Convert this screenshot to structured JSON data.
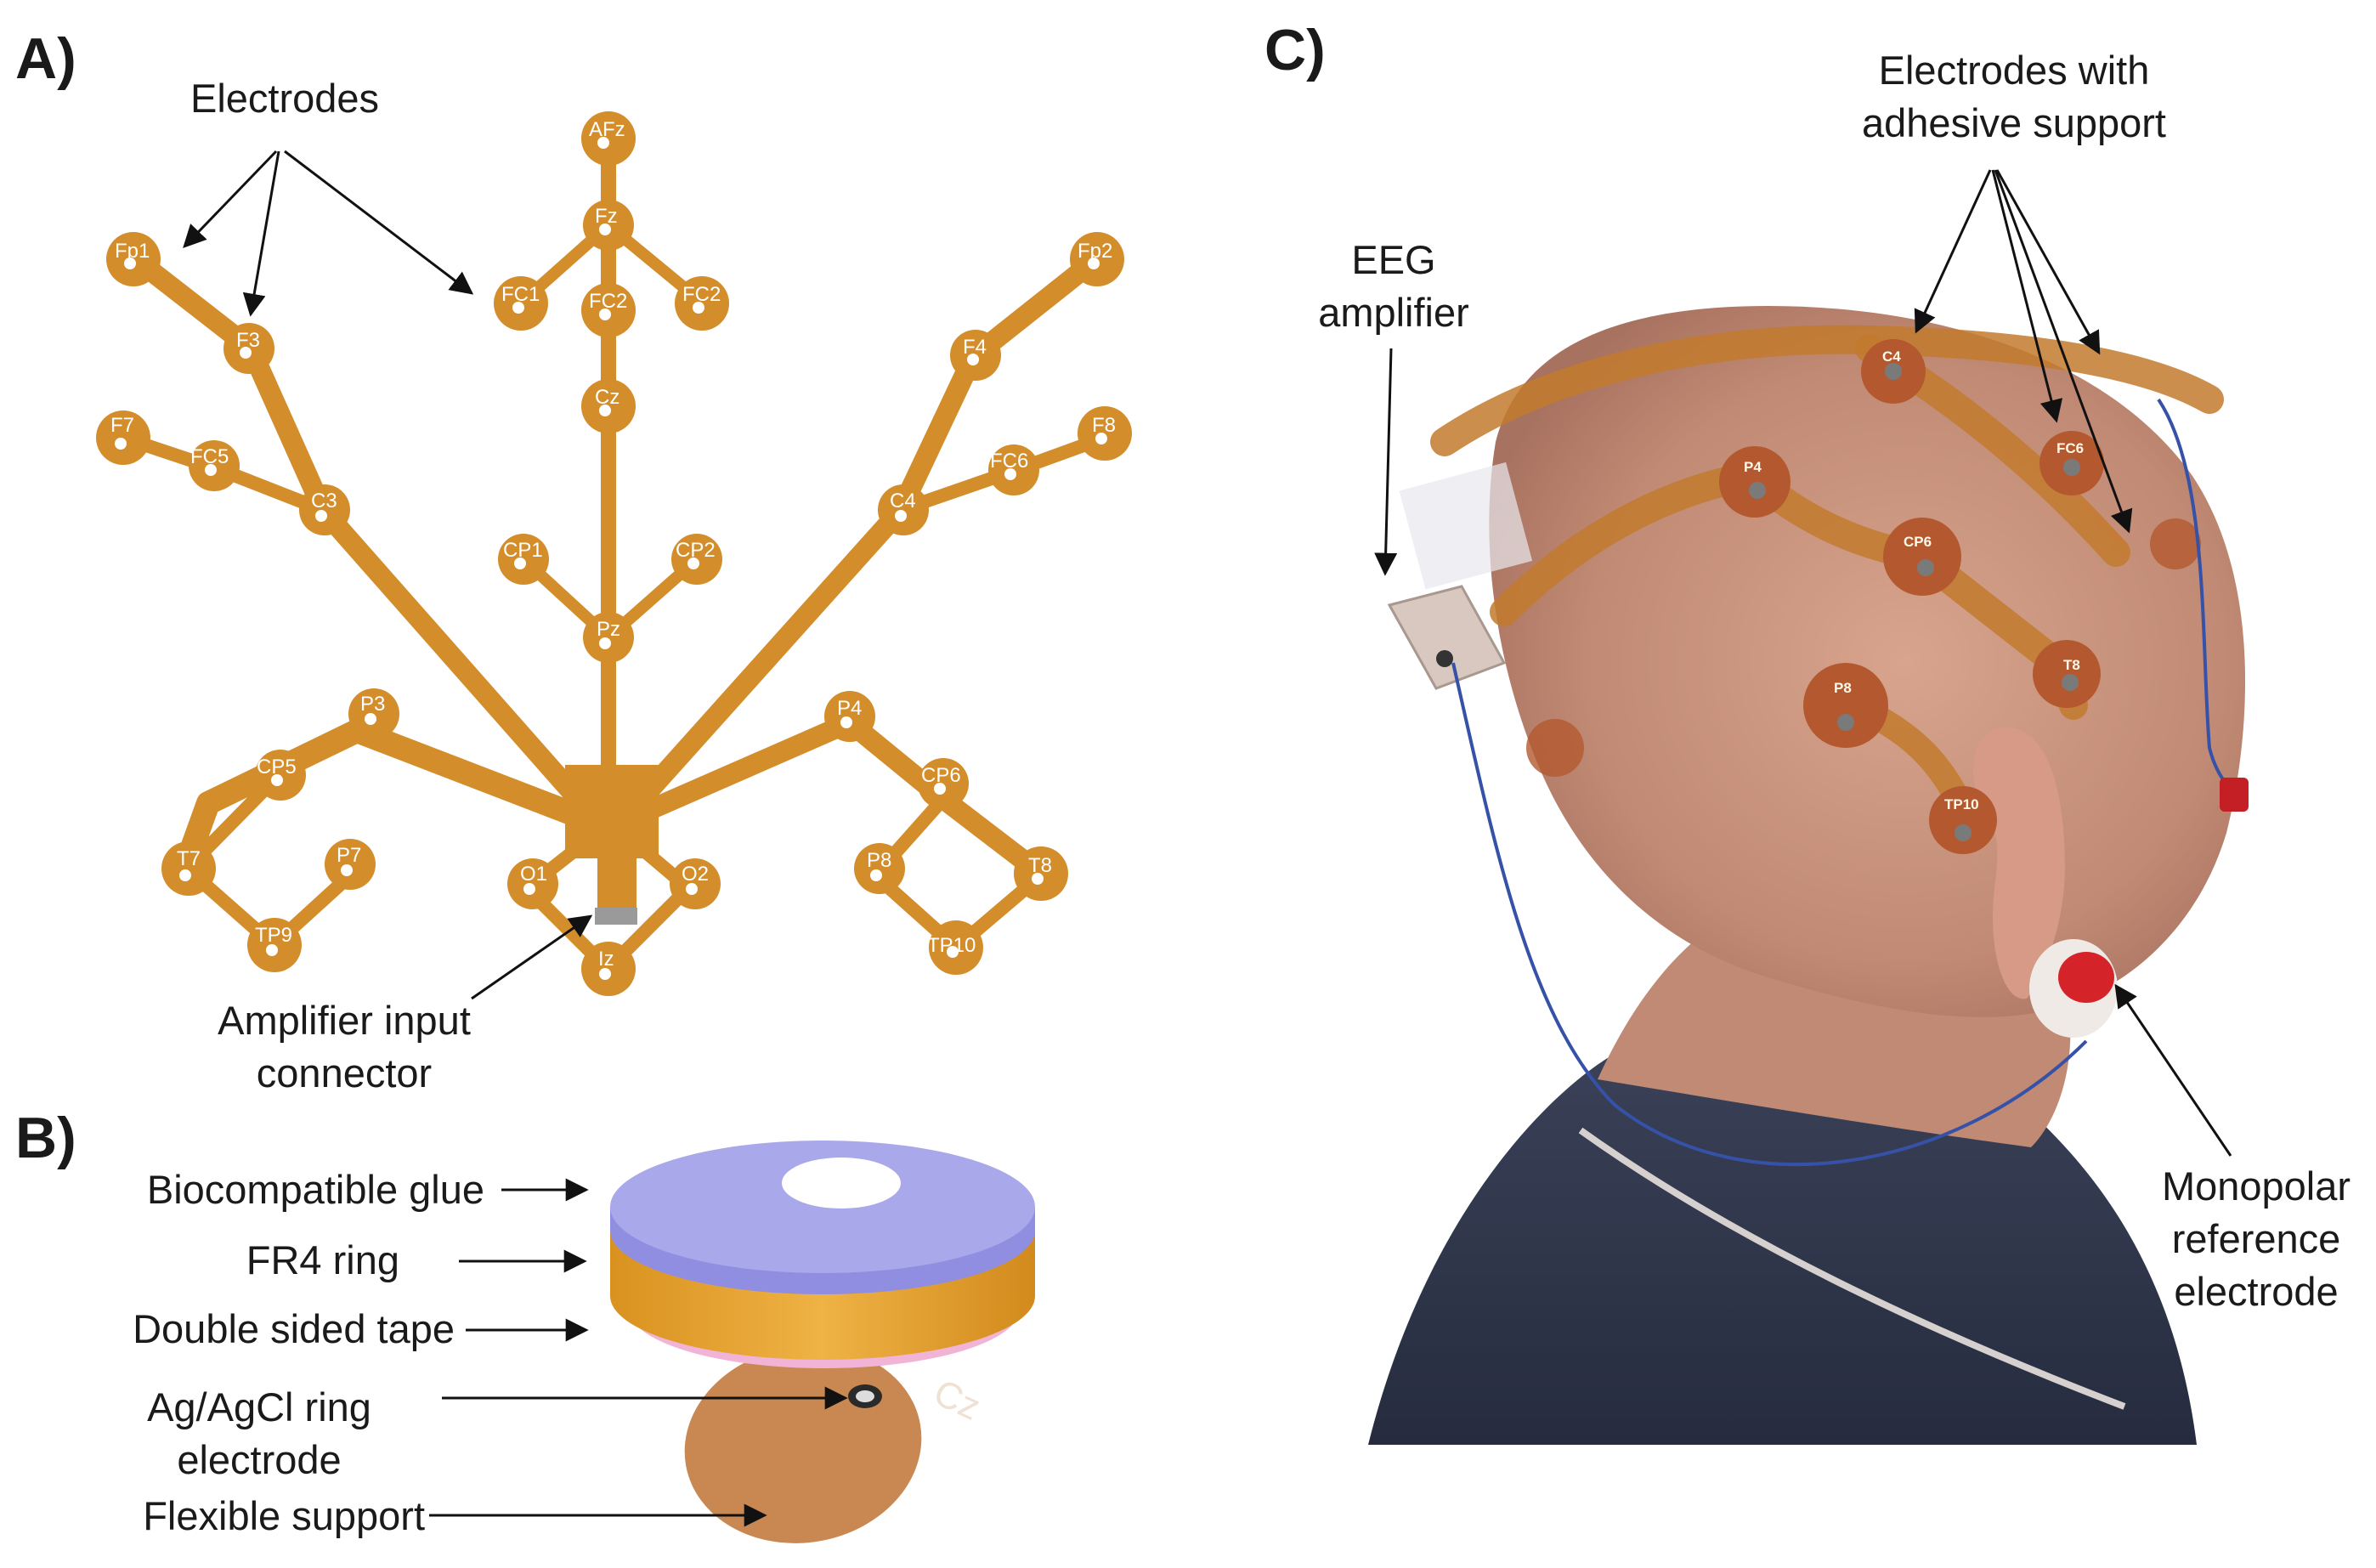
{
  "panels": {
    "a": {
      "label": "A)",
      "electrodes_caption": "Electrodes",
      "connector_caption_line1": "Amplifier input",
      "connector_caption_line2": "connector",
      "electrodes": [
        "AFz",
        "Fz",
        "FC1",
        "FC2",
        "FC2",
        "Cz",
        "Fp1",
        "Fp2",
        "F3",
        "F4",
        "F7",
        "F8",
        "FC5",
        "FC6",
        "C3",
        "C4",
        "CP1",
        "CP2",
        "Pz",
        "P3",
        "P4",
        "CP5",
        "CP6",
        "T7",
        "P7",
        "TP9",
        "O1",
        "O2",
        "Iz",
        "P8",
        "T8",
        "TP10"
      ],
      "electrode_labels": {
        "AFz": "AFz",
        "Fz": "Fz",
        "FC1": "FC1",
        "FC2a": "FC2",
        "FC2b": "FC2",
        "Cz": "Cz",
        "Fp1": "Fp1",
        "Fp2": "Fp2",
        "F3": "F3",
        "F4": "F4",
        "F7": "F7",
        "F8": "F8",
        "FC5": "FC5",
        "FC6": "FC6",
        "C3": "C3",
        "C4": "C4",
        "CP1": "CP1",
        "CP2": "CP2",
        "Pz": "Pz",
        "P3": "P3",
        "P4": "P4",
        "CP5": "CP5",
        "CP6": "CP6",
        "T7": "T7",
        "P7": "P7",
        "TP9": "TP9",
        "O1": "O1",
        "O2": "O2",
        "Iz": "Iz",
        "P8": "P8",
        "T8": "T8",
        "TP10": "TP10"
      },
      "colors": {
        "trace": "#d38d2a",
        "pad_dot": "#ffffff",
        "connector": "#9a9a9a"
      }
    },
    "b": {
      "label": "B)",
      "layers": [
        "Biocompatible glue",
        "FR4 ring",
        "Double sided tape"
      ],
      "ring_label_line1": "Ag/AgCl ring",
      "ring_label_line2": "electrode",
      "support_label": "Flexible support",
      "support_text": "Cz",
      "colors": {
        "glue": "#a9a8ea",
        "fr4": "#e7a42c",
        "tape": "#f2b4d6",
        "support": "#c98752"
      }
    },
    "c": {
      "label": "C)",
      "amplifier_line1": "EEG",
      "amplifier_line2": "amplifier",
      "electrodes_line1": "Electrodes with",
      "electrodes_line2": "adhesive support",
      "reference_line1": "Monopolar",
      "reference_line2": "reference",
      "reference_line3": "electrode",
      "photo_labels": {
        "P4": "P4",
        "CP6": "CP6",
        "P8": "P8",
        "T8": "T8",
        "TP10": "TP10",
        "C4": "C4",
        "FC6": "FC6"
      }
    }
  }
}
